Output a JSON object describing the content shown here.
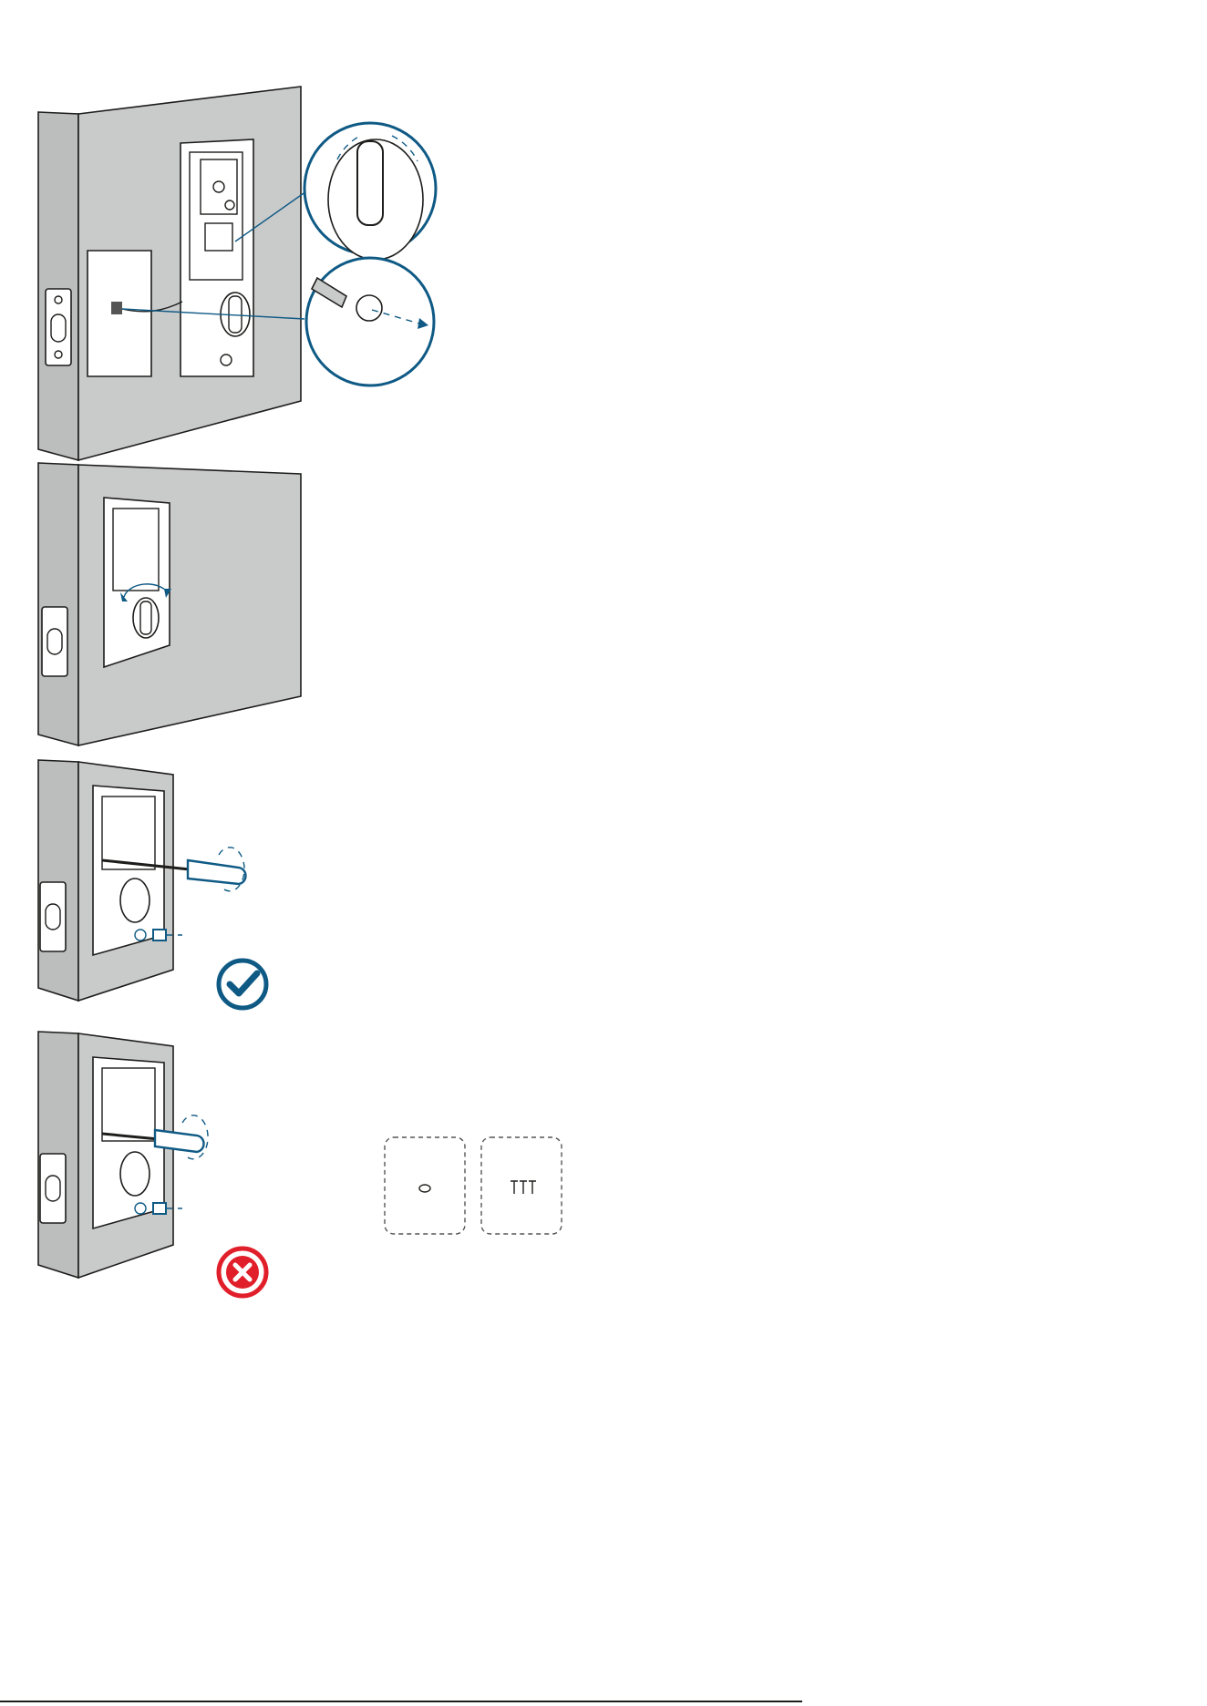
{
  "document": {
    "colors": {
      "door": "#c9caca",
      "outline": "#1d1d1b",
      "accent_blue": "#0f5a85",
      "error_red": "#e11f2b",
      "ok_icon": "#0f5a85"
    },
    "steps": [
      {
        "name": "remove-thumbturn",
        "icons": [
          "door-icon",
          "thumbturn-zoom-icon",
          "tool-zoom-icon"
        ]
      },
      {
        "name": "rotate-thumbturn",
        "icons": [
          "door-icon",
          "rotate-arrow-icon"
        ]
      },
      {
        "name": "correct-screwdriver",
        "icons": [
          "door-icon",
          "screwdriver-icon",
          "check-icon"
        ]
      },
      {
        "name": "wrong-screwdriver",
        "icons": [
          "door-icon",
          "screwdriver-icon",
          "cross-icon",
          "part-card-icon",
          "screws-card-icon"
        ]
      }
    ]
  }
}
